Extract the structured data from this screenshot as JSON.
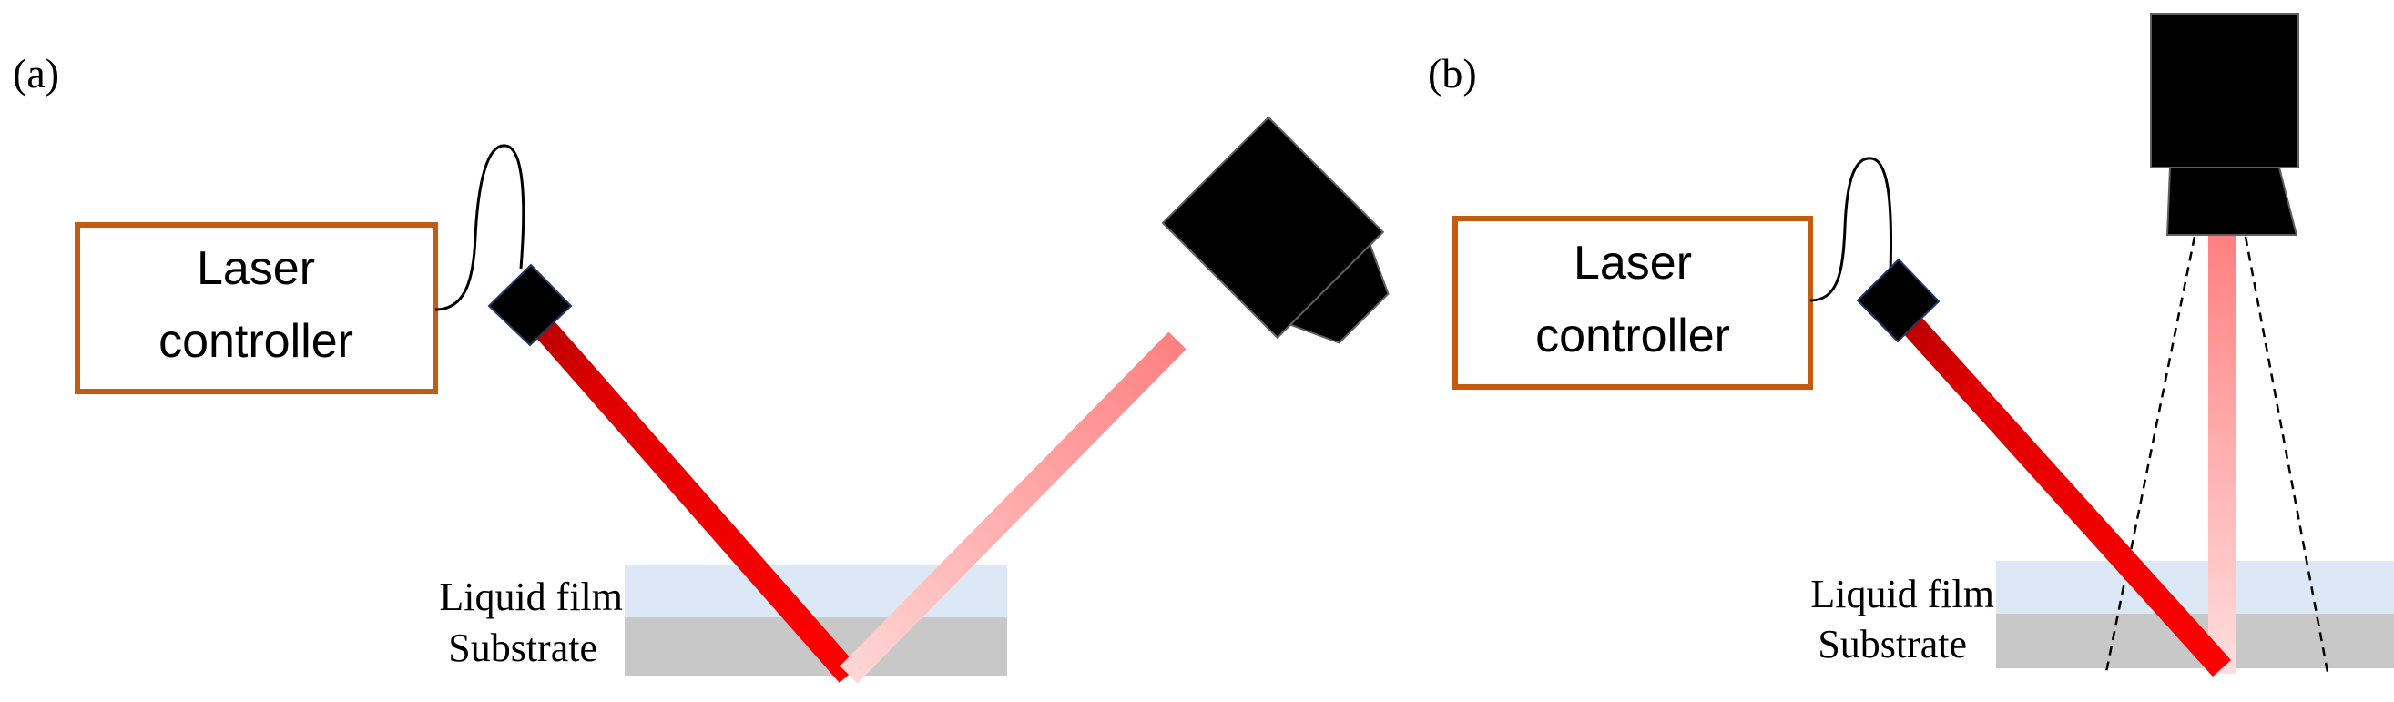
{
  "panels": [
    {
      "label": "(a)",
      "controller_line1": "Laser",
      "controller_line2": "controller",
      "film_label": "Liquid film",
      "substrate_label": "Substrate"
    },
    {
      "label": "(b)",
      "controller_line1": "Laser",
      "controller_line2": "controller",
      "film_label": "Liquid film",
      "substrate_label": "Substrate"
    }
  ],
  "colors": {
    "controller_border": "#c55a11",
    "laser_beam": "#e00000",
    "reflected_beam": "#ff8a8a",
    "liquid_film": "#dce8f5",
    "substrate": "#c8c8c8",
    "camera": "#000000"
  }
}
